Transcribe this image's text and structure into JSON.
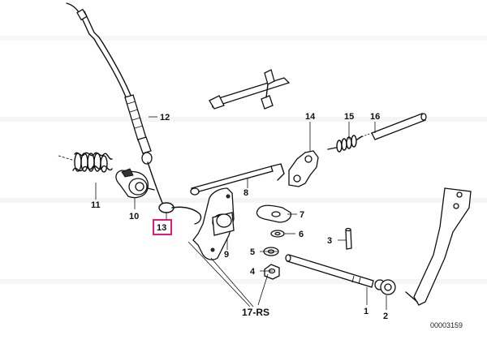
{
  "diagram": {
    "callouts": {
      "c1": "1",
      "c2": "2",
      "c3": "3",
      "c4": "4",
      "c5": "5",
      "c6": "6",
      "c7": "7",
      "c8": "8",
      "c9": "9",
      "c10": "10",
      "c11": "11",
      "c12": "12",
      "c13": "13",
      "c14": "14",
      "c15": "15",
      "c16": "16",
      "c17": "17-RS"
    },
    "highlighted_callout": "13",
    "highlight_color": "#e0197d",
    "drawing_number": "00003159"
  }
}
